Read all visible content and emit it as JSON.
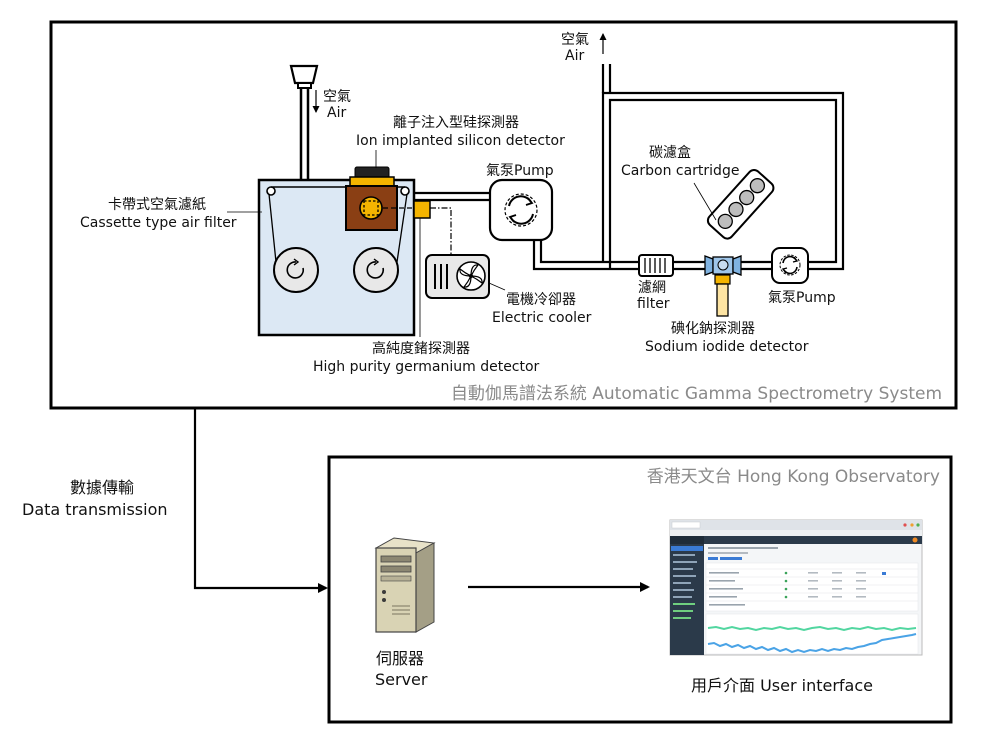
{
  "system_caption": "自動伽馬譜法系統 Automatic Gamma Spectrometry System",
  "observatory_caption": "香港天文台 Hong Kong Observatory",
  "labels": {
    "air_in_zh": "空氣",
    "air_in_en": "Air",
    "air_out_zh": "空氣",
    "air_out_en": "Air",
    "ion_detector_zh": "離子注入型硅探測器",
    "ion_detector_en": "Ion implanted silicon detector",
    "cassette_zh": "卡帶式空氣濾紙",
    "cassette_en": "Cassette type air filter",
    "pump1": "氣泵Pump",
    "cooler_zh": "電機冷卻器",
    "cooler_en": "Electric cooler",
    "hpge_zh": "高純度鍺探測器",
    "hpge_en": "High purity germanium detector",
    "carbon_zh": "碳濾盒",
    "carbon_en": "Carbon cartridge",
    "filter_zh": "濾網",
    "filter_en": "filter",
    "nai_zh": "碘化鈉探測器",
    "nai_en": "Sodium iodide detector",
    "pump2": "氣泵Pump",
    "transmission_zh": "數據傳輸",
    "transmission_en": "Data transmission",
    "server_zh": "伺服器",
    "server_en": "Server",
    "ui_label": "用戶介面 User interface"
  },
  "colors": {
    "border": "#000000",
    "cassette_fill": "#dce8f4",
    "reel_fill": "#e8e8e8",
    "detector_brown": "#8a3f14",
    "detector_gold": "#f4b400",
    "caption_gray": "#8a8a8a",
    "ui_sidebar": "#2b3a4a",
    "ui_line_green": "#52d6a0",
    "ui_line_blue": "#4aa3e6"
  },
  "icons": {
    "air_inlet": "air-inlet-icon",
    "server": "server-tower-icon",
    "pump": "pump-rotation-icon",
    "cooler": "fan-cooler-icon",
    "ui_screenshot": "dashboard-screenshot-icon"
  }
}
